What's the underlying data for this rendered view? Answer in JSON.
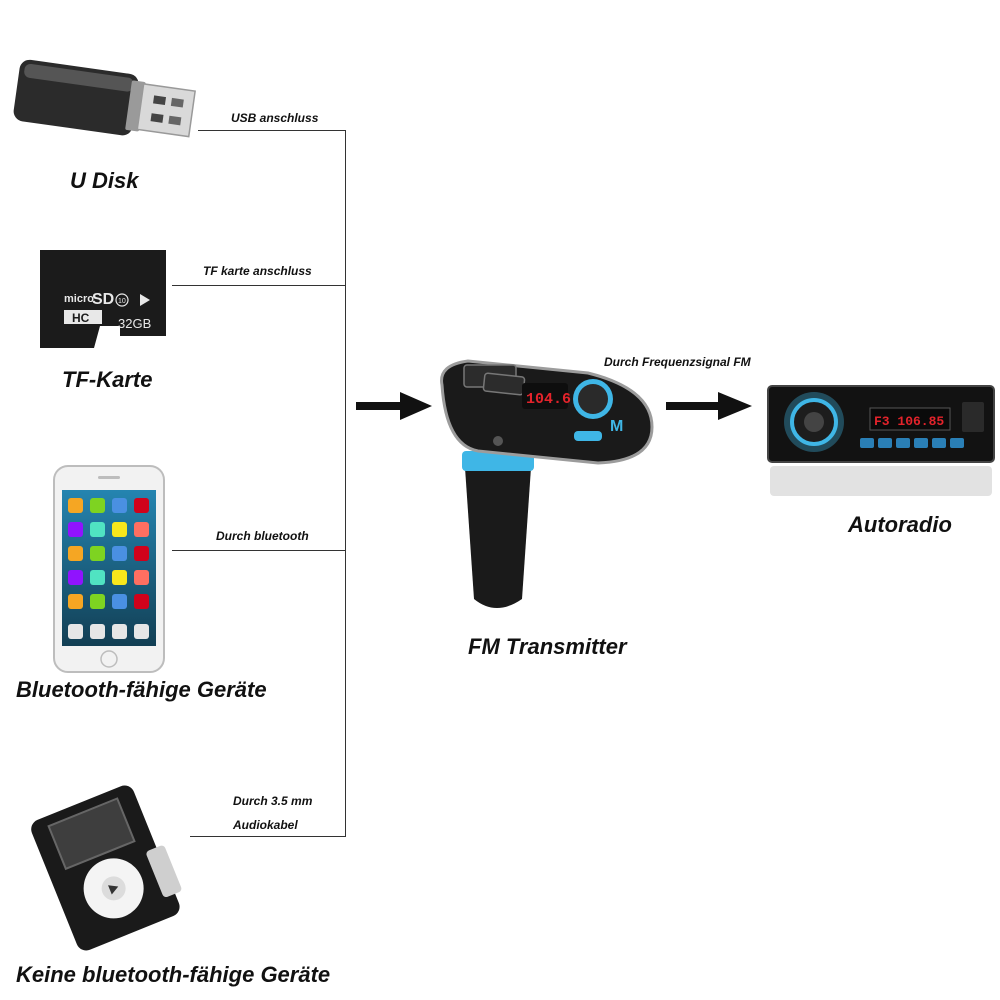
{
  "sources": [
    {
      "name": "U Disk",
      "connection": "USB anschluss",
      "icon": "usb-stick-icon"
    },
    {
      "name": "TF-Karte",
      "connection": "TF karte anschluss",
      "icon": "microsd-card-icon",
      "card_text": [
        "micro",
        "SD",
        "HC",
        "10",
        "32GB"
      ]
    },
    {
      "name": "Bluetooth-fähige Geräte",
      "connection": "Durch bluetooth",
      "icon": "smartphone-icon"
    },
    {
      "name": "Keine bluetooth-fähige Geräte",
      "connection_lines": [
        "Durch 3.5 mm",
        "Audiokabel"
      ],
      "icon": "mp3-player-icon"
    }
  ],
  "transmitter": {
    "name": "FM Transmitter",
    "display_text": "104.6",
    "icon": "fm-transmitter-icon"
  },
  "output": {
    "name": "Autoradio",
    "connection": "Durch Frequenzsignal FM",
    "display_text": "F3 106.85",
    "icon": "car-radio-icon"
  },
  "colors": {
    "accent_blue": "#3fb6e6",
    "display_red": "#e3232b",
    "device_black": "#1a1a1a"
  }
}
